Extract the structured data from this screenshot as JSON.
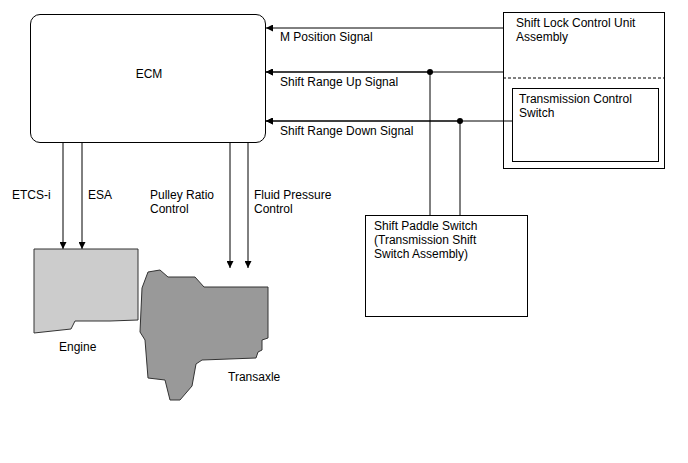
{
  "diagram": {
    "nodes": [
      {
        "text": [
          "ECM"
        ]
      },
      {
        "text": [
          "Shift Lock Control Unit Assembly"
        ]
      },
      {
        "text": [
          "Transmission Control Switch"
        ],
        "in": 1
      },
      {
        "text": [
          "Shift Paddle Switch (Transmission Shift Switch Assembly)"
        ]
      },
      {
        "text": [
          "Engine"
        ]
      },
      {
        "text": [
          "Transaxle"
        ]
      }
    ],
    "edges": [
      {
        "from": 1,
        "to": 0,
        "label": "M Position Signal",
        "arrow": "to"
      },
      {
        "from": 1,
        "to": 0,
        "label": "Shift Range Up Signal",
        "arrow": "to"
      },
      {
        "from": 2,
        "to": 0,
        "label": "Shift Range Down Signal",
        "arrow": "to"
      },
      {
        "from": 3,
        "to": 0,
        "arrow": "to"
      },
      {
        "from": 3,
        "to": 0,
        "arrow": "to"
      },
      {
        "from": 0,
        "to": 4,
        "label": "ETCS-i",
        "arrow": "to"
      },
      {
        "from": 0,
        "to": 4,
        "label": "ESA",
        "arrow": "to"
      },
      {
        "from": 0,
        "to": 5,
        "label": "Pulley Ratio Control",
        "arrow": "to"
      },
      {
        "from": 0,
        "to": 5,
        "label": "Fluid Pressure Control",
        "arrow": "to"
      }
    ]
  }
}
